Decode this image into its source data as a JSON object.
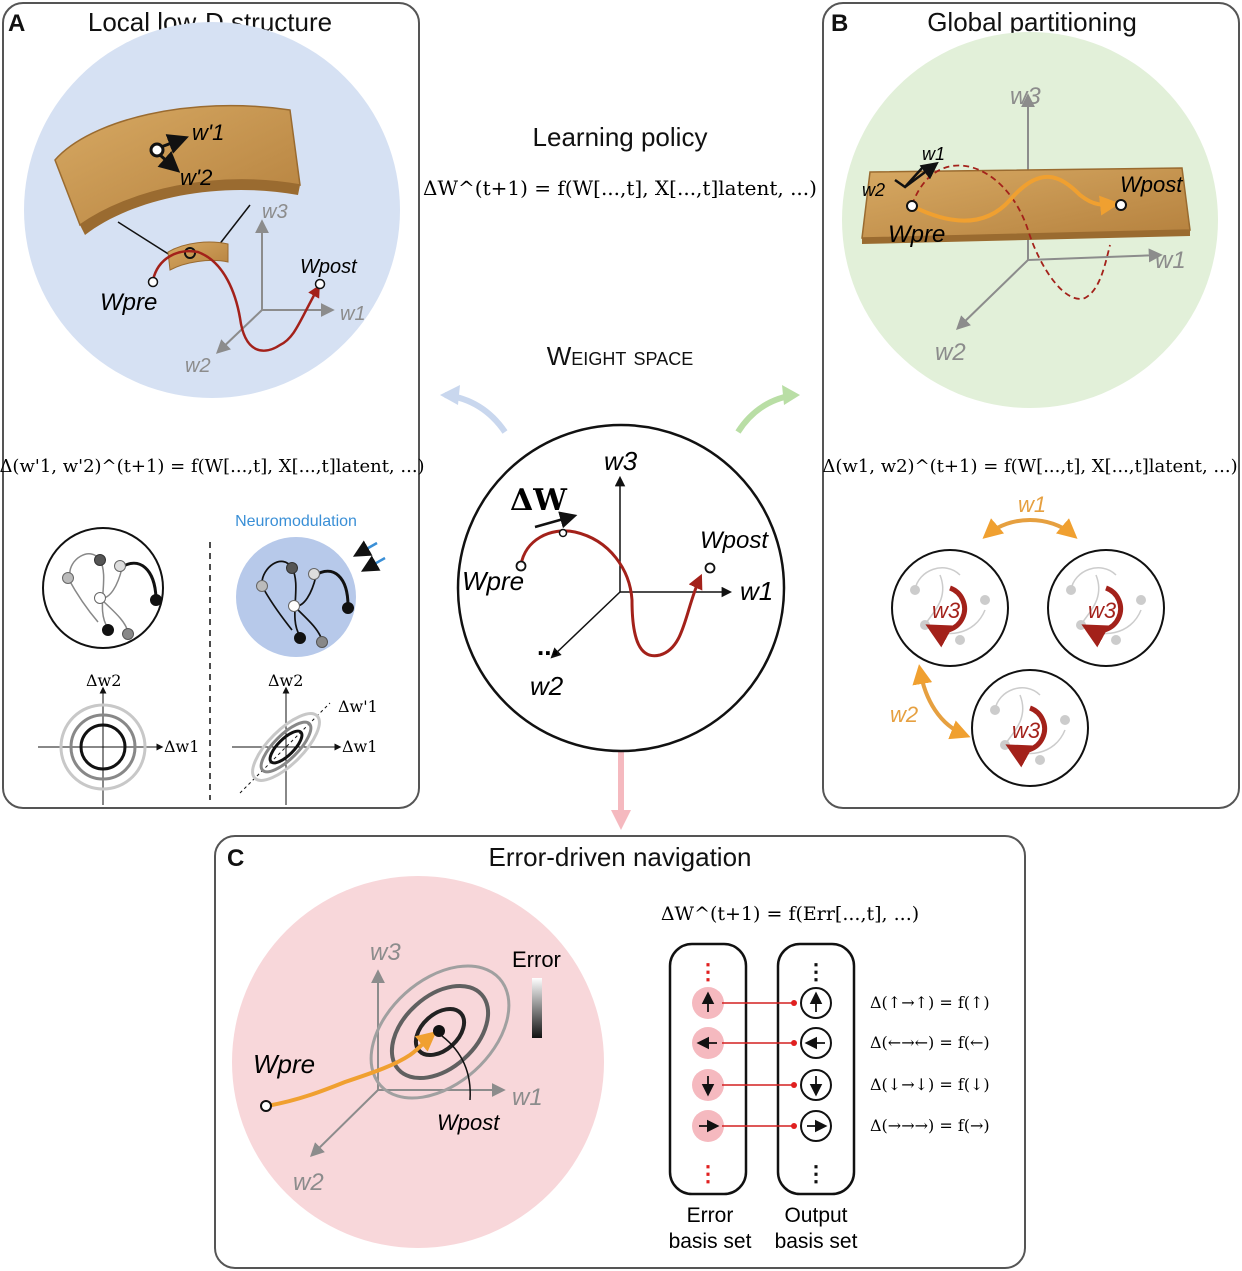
{
  "panel_a": {
    "letter": "A",
    "title": "Local low-D structure",
    "w1p": "w'1",
    "w2p": "w'2",
    "w3": "w3",
    "w1": "w1",
    "w2": "w2",
    "wpre": "Wpre",
    "wpost": "Wpost",
    "formula": "Δ(w'1, w'2)^(t+1) = f(W[...,t], X[...,t]latent, ...)",
    "neuromodulation": "Neuromodulation",
    "dw1": "Δw1",
    "dw2": "Δw2",
    "dw1p": "Δw'1"
  },
  "panel_b": {
    "letter": "B",
    "title": "Global partitioning",
    "w1": "w1",
    "w2": "w2",
    "w3": "w3",
    "wpre": "Wpre",
    "wpost": "Wpost",
    "formula": "Δ(w1, w2)^(t+1) = f(W[...,t], X[...,t]latent, ...)"
  },
  "center": {
    "title": "Learning policy",
    "formula": "ΔW^(t+1) = f(W[...,t], X[...,t]latent, ...)",
    "weight_space_label": "Weight space",
    "dW": "ΔW",
    "w1": "w1",
    "w2": "w2",
    "w3": "w3",
    "wpre": "Wpre",
    "wpost": "Wpost",
    "ellipsis": "..."
  },
  "panel_c": {
    "letter": "C",
    "title": "Error-driven navigation",
    "formula": "ΔW^(t+1) = f(Err[...,t], ...)",
    "error_label": "Error",
    "w1": "w1",
    "w2": "w2",
    "w3": "w3",
    "wpre": "Wpre",
    "wpost": "Wpost",
    "error_basis_label_1": "Error",
    "error_basis_label_2": "basis set",
    "output_basis_label_1": "Output",
    "output_basis_label_2": "basis set",
    "basis_equations": [
      "Δ(↑→↑) = f(↑)",
      "Δ(←→←) = f(←)",
      "Δ(↓→↓) = f(↓)",
      "Δ(→→→) = f(→)"
    ]
  },
  "colors": {
    "blue_circle": "#d6e1f3",
    "green_circle": "#e2f0d9",
    "pink_circle": "#f8d7da",
    "trajectory_red": "#a3211a",
    "trajectory_orange": "#f0a030",
    "surface_tan": "#c9964f",
    "axis_gray": "#8c8c8c",
    "neuromod_blue": "#3a8fd6"
  }
}
